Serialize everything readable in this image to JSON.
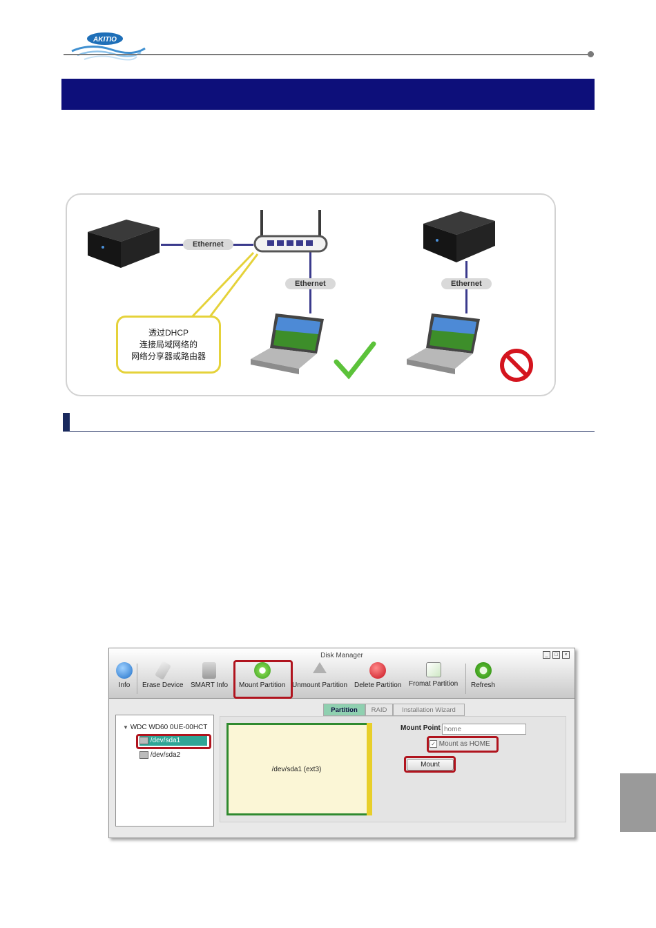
{
  "logo": {
    "text": "AKITIO"
  },
  "diagram": {
    "ethernet_labels": [
      "Ethernet",
      "Ethernet",
      "Ethernet"
    ],
    "callout_lines": [
      "透过DHCP",
      "连接局域网络的",
      "网络分享器或路由器"
    ],
    "ok_mark_color": "#5cc23a",
    "no_mark_color": "#d4141e"
  },
  "disk_manager": {
    "title": "Disk Manager",
    "toolbar": [
      {
        "label": "Info",
        "icon": "info-icon"
      },
      {
        "label": "Erase Device",
        "icon": "eraser-icon"
      },
      {
        "label": "SMART Info",
        "icon": "disk-info-icon"
      },
      {
        "label": "Mount Partition",
        "icon": "mount-icon"
      },
      {
        "label": "Unmount Partition",
        "icon": "eject-icon"
      },
      {
        "label": "Delete Partition",
        "icon": "delete-icon"
      },
      {
        "label": "Fromat Partition",
        "icon": "format-icon"
      },
      {
        "label": "Refresh",
        "icon": "refresh-icon"
      }
    ],
    "tree": {
      "device": "WDC WD60 0UE-00HCT",
      "partitions": [
        "/dev/sda1",
        "/dev/sda2"
      ]
    },
    "tabs": [
      "Partition",
      "RAID",
      "Installation Wizard"
    ],
    "partition_label": "/dev/sda1 (ext3)",
    "mount_point_label": "Mount Point",
    "mount_point_value": "home",
    "mount_as_home_label": "Mount as HOME",
    "mount_button": "Mount",
    "highlight_color": "#b0141e"
  }
}
